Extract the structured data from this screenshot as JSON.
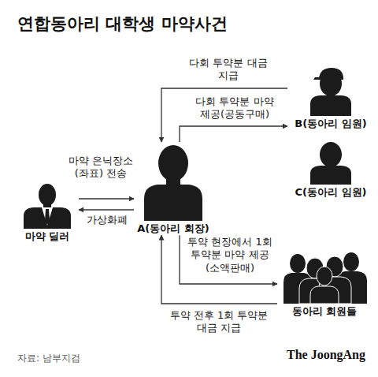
{
  "diagram": {
    "title": "연합동아리 대학생 마약사건",
    "caption": "자료: 남부지검",
    "nodes": [
      {
        "text": [
          "B(동아리 임원)"
        ]
      },
      {
        "text": [
          "C(동아리 임원)"
        ]
      },
      {
        "text": [
          "마약 딜러"
        ]
      },
      {
        "text": [
          "A(동아리 회장)"
        ]
      },
      {
        "text": [
          "동아리 회원들"
        ]
      }
    ],
    "edges": [
      {
        "from": 0,
        "to": 3,
        "label": "다회 투약분 대금 지급",
        "arrow": "to"
      },
      {
        "from": 3,
        "to": 0,
        "label": "다회 투약분 마약 제공(공동구매)",
        "arrow": "to"
      },
      {
        "from": 2,
        "to": 3,
        "label": "마약 은닉장소 (좌표) 전송",
        "arrow": "to"
      },
      {
        "from": 3,
        "to": 2,
        "label": "가상화폐",
        "arrow": "to"
      },
      {
        "from": 3,
        "to": 4,
        "label": "투약 현장에서 1회 투약분 마약 제공(소액판매)",
        "arrow": "to"
      },
      {
        "from": 4,
        "to": 3,
        "label": "투약 전후 1회 투약분 대금 지급",
        "arrow": "to"
      }
    ],
    "labels": [
      "The JoongAng"
    ]
  }
}
